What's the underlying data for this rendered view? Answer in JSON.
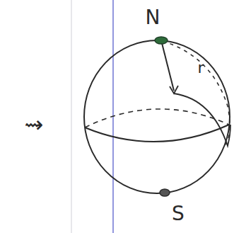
{
  "diagram": {
    "labels": [
      "N",
      "r",
      "S",
      "⇝"
    ]
  }
}
